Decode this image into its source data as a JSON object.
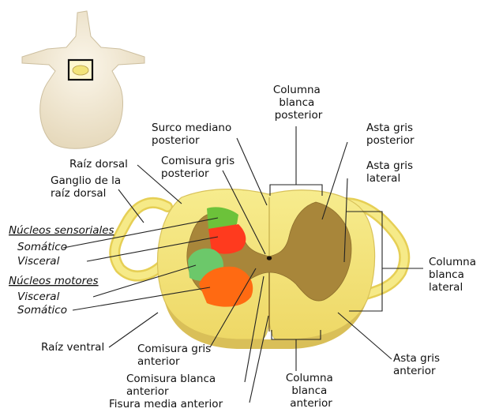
{
  "labels": {
    "columna_blanca_posterior": [
      "Columna",
      "blanca",
      "posterior"
    ],
    "surco_mediano_posterior": [
      "Surco mediano",
      "posterior"
    ],
    "asta_gris_posterior": [
      "Asta gris",
      "posterior"
    ],
    "comisura_gris_posterior": [
      "Comisura gris",
      "posterior"
    ],
    "asta_gris_lateral": [
      "Asta gris",
      "lateral"
    ],
    "raiz_dorsal": "Raíz dorsal",
    "ganglio": [
      "Ganglio de la",
      "raíz dorsal"
    ],
    "nucleos_sensoriales": "Núcleos sensoriales",
    "somatico_s": "Somático",
    "visceral_s": "Visceral",
    "nucleos_motores": "Núcleos motores",
    "visceral_m": "Visceral",
    "somatico_m": "Somático",
    "columna_blanca_lateral": [
      "Columna",
      "blanca",
      "lateral"
    ],
    "raiz_ventral": "Raíz ventral",
    "comisura_gris_anterior": [
      "Comisura gris",
      "anterior"
    ],
    "comisura_blanca_anterior": [
      "Comisura blanca",
      "anterior"
    ],
    "fisura_media_anterior": "Fisura media anterior",
    "columna_blanca_anterior": [
      "Columna",
      "blanca",
      "anterior"
    ],
    "asta_gris_anterior": [
      "Asta gris",
      "anterior"
    ]
  },
  "colors": {
    "white_matter": "#f2e47a",
    "gray_matter": "#a8863a",
    "sensory_somatic": "#6cc23a",
    "sensory_visceral": "#ff3a1e",
    "motor_visceral": "#6cc86a",
    "motor_somatic": "#ff6a12",
    "bone": "#f3ead6"
  }
}
